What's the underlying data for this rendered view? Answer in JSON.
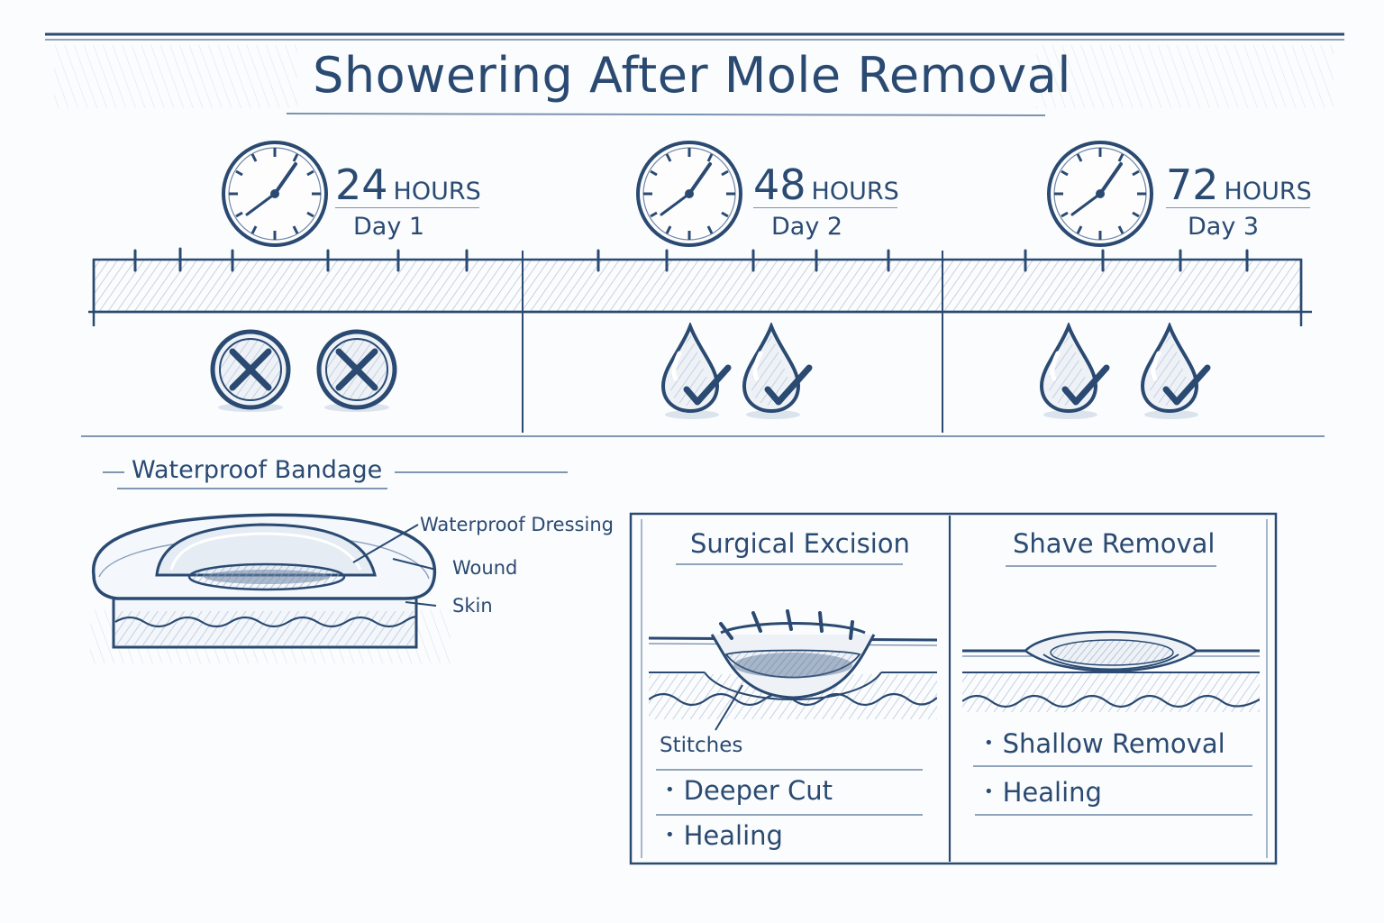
{
  "title": "Showering After Mole Removal",
  "timeline": [
    {
      "hours_value": "24",
      "hours_unit": "HOURS",
      "day": "Day 1",
      "shower_allowed": false
    },
    {
      "hours_value": "48",
      "hours_unit": "HOURS",
      "day": "Day 2",
      "shower_allowed": true
    },
    {
      "hours_value": "72",
      "hours_unit": "HOURS",
      "day": "Day 3",
      "shower_allowed": true
    }
  ],
  "bandage": {
    "label": "Waterproof Bandage",
    "callouts": [
      "Waterproof Dressing",
      "Wound",
      "Skin"
    ]
  },
  "procedures": [
    {
      "title": "Surgical Excision",
      "callout": "Stitches",
      "bullets": [
        "Deeper Cut",
        "Healing"
      ]
    },
    {
      "title": "Shave Removal",
      "bullets": [
        "Shallow Removal",
        "Healing"
      ]
    }
  ],
  "colors": {
    "ink": "#2a4a72",
    "hatch": "#c9d5e4",
    "paper": "#fbfcfd"
  }
}
